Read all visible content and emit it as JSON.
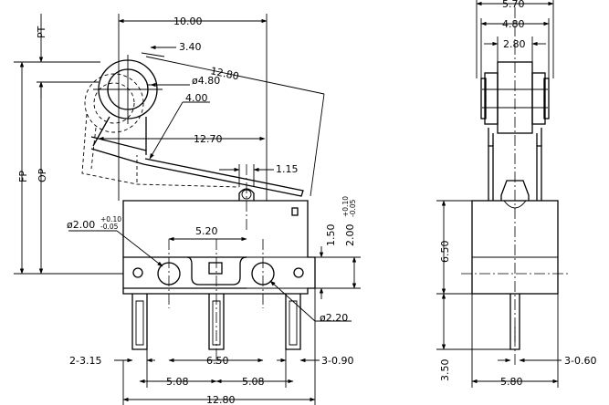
{
  "front_view": {
    "dim_top_width": "10.00",
    "dim_pt": "PT",
    "dim_fp": "FP",
    "dim_op": "OP",
    "dim_3_40": "3.40",
    "dim_roller_dia": "ø4.80",
    "dim_lever_len": "12.80",
    "dim_4_00": "4.00",
    "dim_12_70": "12.70",
    "dim_1_15": "1.15",
    "dim_hole_dia": "ø2.00",
    "dim_hole_tol_upper": "+0.10",
    "dim_hole_tol_lower": "-0.05",
    "dim_5_20": "5.20",
    "dim_1_50": "1.50",
    "dim_2_00": "2.00",
    "dim_2_00_tol_upper": "+0.10",
    "dim_2_00_tol_lower": "-0.05",
    "dim_terminal_hole": "ø2.20",
    "dim_2_3_15": "2-3.15",
    "dim_6_50": "6.50",
    "dim_3_0_90": "3-0.90",
    "dim_pitch_left": "5.08",
    "dim_pitch_right": "5.08",
    "dim_overall_length": "12.80"
  },
  "side_view": {
    "dim_5_70": "5.70",
    "dim_4_80": "4.80",
    "dim_2_80": "2.80",
    "dim_6_50": "6.50",
    "dim_3_50": "3.50",
    "dim_3_0_60": "3-0.60",
    "dim_5_80": "5.80"
  }
}
